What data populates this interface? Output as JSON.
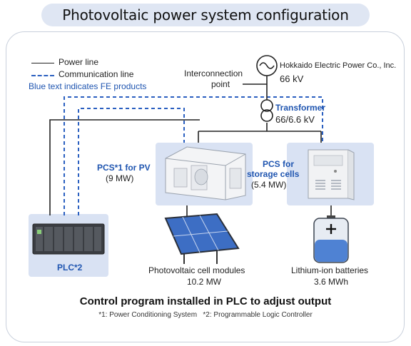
{
  "title": "Photovoltaic power system configuration",
  "legend": {
    "power_line": "Power line",
    "communication_line": "Communication line",
    "fe_note": "Blue text indicates FE products"
  },
  "utility": {
    "name": "Hokkaido Electric Power Co., Inc.",
    "voltage": "66 kV"
  },
  "interconnection": {
    "line1": "Interconnection",
    "line2": "point"
  },
  "transformer": {
    "label": "Transformer",
    "rating": "66/6.6 kV"
  },
  "pcs_pv": {
    "label": "PCS*1 for PV",
    "capacity": "(9 MW)"
  },
  "pcs_storage": {
    "label_line1": "PCS for",
    "label_line2": "storage cells",
    "capacity": "(5.4 MW)"
  },
  "plc": {
    "label": "PLC*2"
  },
  "pv_modules": {
    "label": "Photovoltaic cell modules",
    "capacity": "10.2 MW"
  },
  "batteries": {
    "label": "Lithium-ion batteries",
    "capacity": "3.6 MWh"
  },
  "footer": {
    "headline": "Control program installed in PLC to adjust output",
    "footnotes": "*1: Power Conditioning System   *2: Programmable Logic Controller"
  },
  "colors": {
    "fe_blue": "#1f55b0",
    "box_fill": "#d9e2f3",
    "power_line": "#222222",
    "comm_line": "#2a5fc0"
  },
  "icons": [
    "ac-source-icon",
    "transformer-icon",
    "pcs-cabinet-icon",
    "storage-cabinet-icon",
    "plc-rack-icon",
    "solar-panel-icon",
    "battery-icon"
  ]
}
